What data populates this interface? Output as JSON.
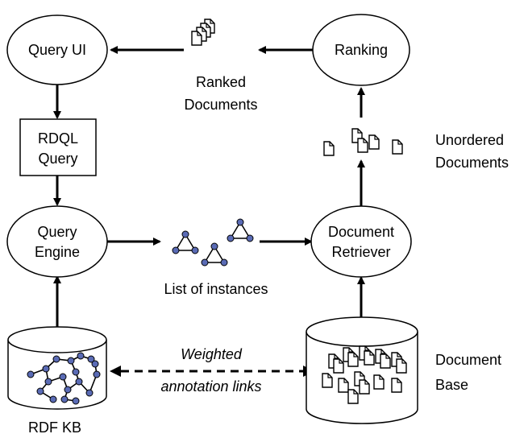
{
  "nodes": {
    "query_ui": {
      "label": "Query UI"
    },
    "ranking": {
      "label": "Ranking"
    },
    "rdql_query": {
      "lines": [
        "RDQL",
        "Query"
      ]
    },
    "query_engine": {
      "lines": [
        "Query",
        "Engine"
      ]
    },
    "document_retriever": {
      "lines": [
        "Document",
        "Retriever"
      ]
    }
  },
  "labels": {
    "ranked_documents": [
      "Ranked",
      "Documents"
    ],
    "unordered_documents": [
      "Unordered",
      "Documents"
    ],
    "list_of_instances": "List of instances",
    "weighted_annotation_links": [
      "Weighted",
      "annotation links"
    ],
    "rdf_kb": "RDF KB",
    "document_base": [
      "Document",
      "Base"
    ]
  }
}
